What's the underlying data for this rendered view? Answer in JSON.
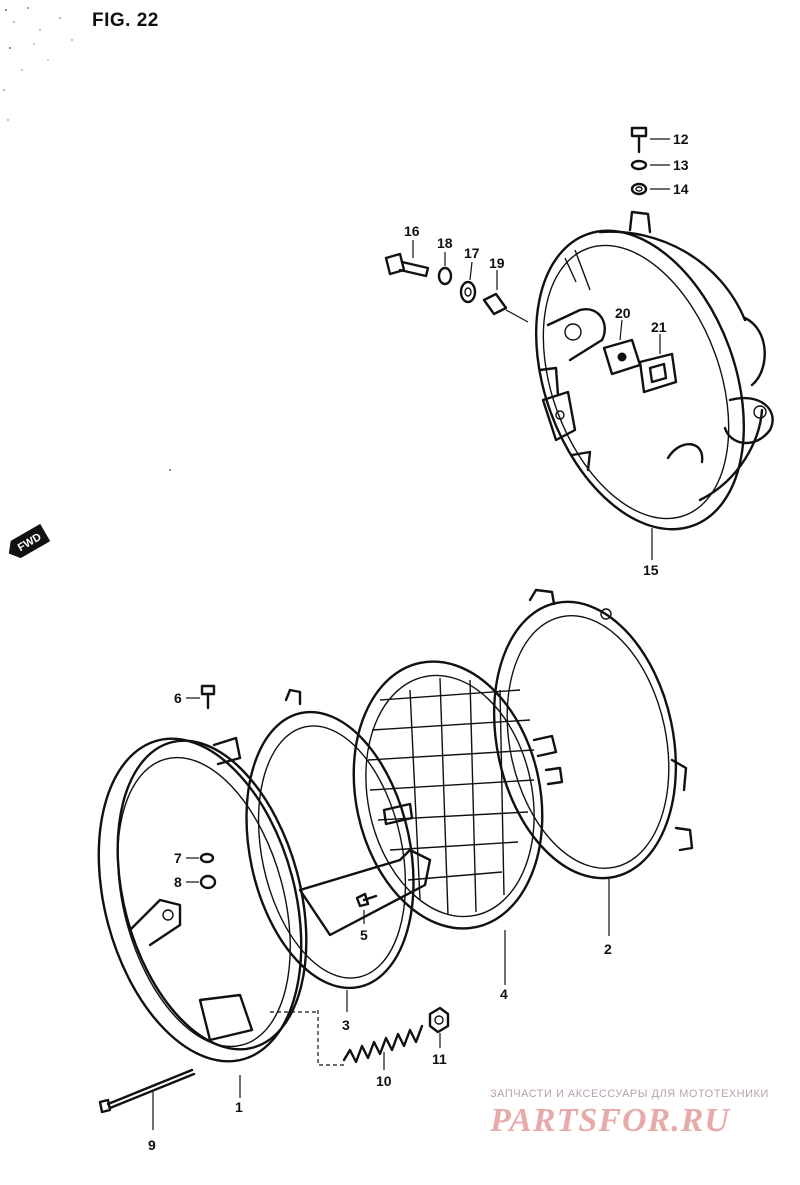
{
  "figure": {
    "title": "FIG. 22"
  },
  "direction_badge": {
    "label": "FWD"
  },
  "parts": [
    {
      "num": "1"
    },
    {
      "num": "2"
    },
    {
      "num": "3"
    },
    {
      "num": "4"
    },
    {
      "num": "5"
    },
    {
      "num": "6"
    },
    {
      "num": "7"
    },
    {
      "num": "8"
    },
    {
      "num": "9"
    },
    {
      "num": "10"
    },
    {
      "num": "11"
    },
    {
      "num": "12"
    },
    {
      "num": "13"
    },
    {
      "num": "14"
    },
    {
      "num": "15"
    },
    {
      "num": "16"
    },
    {
      "num": "17"
    },
    {
      "num": "18"
    },
    {
      "num": "19"
    },
    {
      "num": "20"
    },
    {
      "num": "21"
    }
  ],
  "watermark": {
    "tagline": "ЗАПЧАСТИ И АКСЕССУАРЫ ДЛЯ МОТОТЕХНИКИ",
    "brand": "PARTSFOR.RU"
  },
  "colors": {
    "line": "#111111",
    "background": "#ffffff",
    "watermark": "#e8a9a9"
  }
}
